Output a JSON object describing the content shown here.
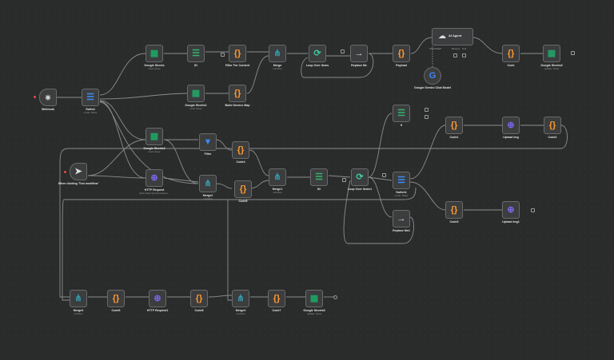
{
  "colors": {
    "canvas": "#2a2b2b",
    "node_bg": "#3c3d3e",
    "edge": "#8c8c8c",
    "code": "#ff9a2e",
    "sheets": "#21a366",
    "switch_green": "#35b36d",
    "switch_blue": "#3b8cf5",
    "http": "#7b68ee",
    "merge": "#35a0b5",
    "loop": "#3ec99b",
    "trigger_dot": "#e84a4a"
  },
  "nodes": [
    {
      "id": "webhook",
      "label": "Webhook",
      "sub": "",
      "icon": "webhook-icon",
      "glyph": "⎈"
    },
    {
      "id": "switch",
      "label": "Switch",
      "sub": "mode: Rules",
      "icon": "switch-icon",
      "glyph": "☰"
    },
    {
      "id": "gs1",
      "label": "Google Sheets",
      "sub": "read: sheet",
      "icon": "sheets-icon",
      "glyph": "▦"
    },
    {
      "id": "if1",
      "label": "If1",
      "sub": "",
      "icon": "if-icon",
      "glyph": "☰"
    },
    {
      "id": "filter_content",
      "label": "Filter For Content",
      "sub": "",
      "icon": "code-icon",
      "glyph": "{}"
    },
    {
      "id": "gs2",
      "label": "Google Sheets1",
      "sub": "read: sheet",
      "icon": "sheets-icon",
      "glyph": "▦"
    },
    {
      "id": "build_service_map",
      "label": "Build Service Map",
      "sub": "",
      "icon": "code-icon",
      "glyph": "{}"
    },
    {
      "id": "merge",
      "label": "Merge",
      "sub": "combine",
      "icon": "merge-icon",
      "glyph": "⋔"
    },
    {
      "id": "loop_items",
      "label": "Loop Over Items",
      "sub": "",
      "icon": "loop-icon",
      "glyph": "⟳"
    },
    {
      "id": "replace_me",
      "label": "Replace Me",
      "sub": "",
      "icon": "arrow-icon",
      "glyph": "→"
    },
    {
      "id": "payload",
      "label": "Payload",
      "sub": "",
      "icon": "code-icon",
      "glyph": "{}"
    },
    {
      "id": "ai_agent",
      "label": "AI Agent",
      "sub": "",
      "icon": "robot-icon",
      "glyph": "☁"
    },
    {
      "id": "gemini",
      "label": "Google Gemini Chat Model",
      "sub": "",
      "icon": "google-icon",
      "glyph": "G"
    },
    {
      "id": "code",
      "label": "Code",
      "sub": "",
      "icon": "code-icon",
      "glyph": "{}"
    },
    {
      "id": "gs3",
      "label": "Google Sheets3",
      "sub": "update: sheet",
      "icon": "sheets-icon",
      "glyph": "▦"
    },
    {
      "id": "gs4",
      "label": "Google Sheets4",
      "sub": "read: sheet",
      "icon": "sheets-icon",
      "glyph": "▦"
    },
    {
      "id": "filter",
      "label": "Filter",
      "sub": "",
      "icon": "filter-icon",
      "glyph": "▼"
    },
    {
      "id": "code4",
      "label": "Code4",
      "sub": "",
      "icon": "code-icon",
      "glyph": "{}"
    },
    {
      "id": "manual",
      "label": "When clicking 'Test workflow'",
      "sub": "",
      "icon": "cursor-icon",
      "glyph": "➤"
    },
    {
      "id": "http",
      "label": "HTTP Request",
      "sub": "GET: https://gmb-business...",
      "icon": "globe-icon",
      "glyph": "⊕"
    },
    {
      "id": "merge2",
      "label": "Merge2",
      "sub": "combine",
      "icon": "merge-icon",
      "glyph": "⋔"
    },
    {
      "id": "code5",
      "label": "Code5",
      "sub": "",
      "icon": "code-icon",
      "glyph": "{}"
    },
    {
      "id": "merge1",
      "label": "Merge1",
      "sub": "combine",
      "icon": "merge-icon",
      "glyph": "⋔"
    },
    {
      "id": "if2",
      "label": "If2",
      "sub": "",
      "icon": "if-icon",
      "glyph": "☰"
    },
    {
      "id": "loop_items1",
      "label": "Loop Over Items1",
      "sub": "",
      "icon": "loop-icon",
      "glyph": "⟳"
    },
    {
      "id": "switch1",
      "label": "Switch1",
      "sub": "mode: Rules",
      "icon": "switch-icon",
      "glyph": "☰"
    },
    {
      "id": "if3",
      "label": "If",
      "sub": "",
      "icon": "if-icon",
      "glyph": "☰"
    },
    {
      "id": "code1",
      "label": "Code1",
      "sub": "",
      "icon": "code-icon",
      "glyph": "{}"
    },
    {
      "id": "upload_img",
      "label": "Upload Img",
      "sub": "",
      "icon": "globe-icon",
      "glyph": "⊕"
    },
    {
      "id": "code2",
      "label": "Code2",
      "sub": "",
      "icon": "code-icon",
      "glyph": "{}"
    },
    {
      "id": "replace_me1",
      "label": "Replace Me1",
      "sub": "",
      "icon": "arrow-icon",
      "glyph": "→"
    },
    {
      "id": "code3",
      "label": "Code3",
      "sub": "",
      "icon": "code-icon",
      "glyph": "{}"
    },
    {
      "id": "upload_img1",
      "label": "Upload Img1",
      "sub": "",
      "icon": "globe-icon",
      "glyph": "⊕"
    },
    {
      "id": "merge3",
      "label": "Merge3",
      "sub": "combine",
      "icon": "merge-icon",
      "glyph": "⋔"
    },
    {
      "id": "code6",
      "label": "Code6",
      "sub": "",
      "icon": "code-icon",
      "glyph": "{}"
    },
    {
      "id": "http1",
      "label": "HTTP Request1",
      "sub": "",
      "icon": "globe-icon",
      "glyph": "⊕"
    },
    {
      "id": "code8",
      "label": "Code8",
      "sub": "",
      "icon": "code-icon",
      "glyph": "{}"
    },
    {
      "id": "merge4",
      "label": "Merge4",
      "sub": "combine",
      "icon": "merge-icon",
      "glyph": "⋔"
    },
    {
      "id": "code7",
      "label": "Code7",
      "sub": "",
      "icon": "code-icon",
      "glyph": "{}"
    },
    {
      "id": "gs5",
      "label": "Google Sheets5",
      "sub": "update: sheet",
      "icon": "sheets-icon",
      "glyph": "▦"
    }
  ],
  "ai_agent_ports": [
    "Chat Model*",
    "Memory",
    "Tool"
  ]
}
